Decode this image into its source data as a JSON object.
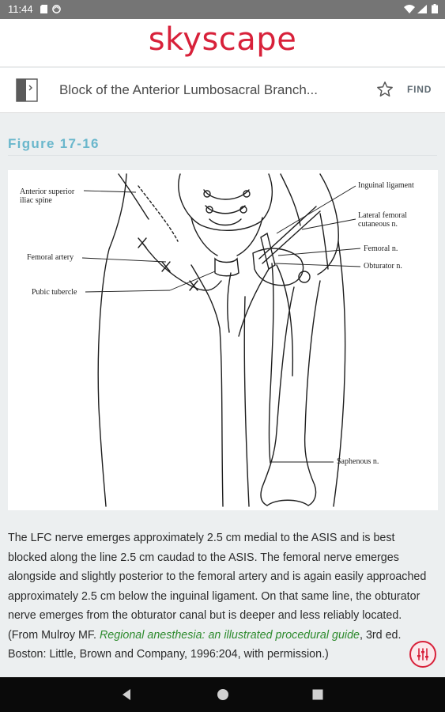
{
  "status_bar": {
    "time": "11:44",
    "left_icons": [
      "sd-card-icon",
      "sync-icon"
    ],
    "right_icons": [
      "wifi-icon",
      "signal-icon",
      "battery-icon"
    ]
  },
  "app": {
    "brand": "skyscape",
    "brand_color": "#d8213a"
  },
  "title_bar": {
    "book_icon": "book-icon",
    "title": "Block of the Anterior Lumbosacral Branch...",
    "favorite_icon": "star-outline-icon",
    "find_label": "FIND"
  },
  "content": {
    "figure_label": "Figure 17-16",
    "figure_labels": {
      "asis_line1": "Anterior superior",
      "asis_line2": "iliac spine",
      "femoral_artery": "Femoral artery",
      "pubic_tubercle": "Pubic tubercle",
      "inguinal_ligament": "Inguinal ligament",
      "lat_fem_line1": "Lateral femoral",
      "lat_fem_line2": "cutaneous n.",
      "femoral_n": "Femoral n.",
      "obturator_n": "Obturator n.",
      "saphenous_n": "Saphenous n."
    },
    "caption": {
      "text_1": "The LFC nerve emerges approximately 2.5 cm medial to the ASIS and is best blocked along the line 2.5 cm caudad to the ASIS. The femoral nerve emerges alongside and slightly posterior to the femoral artery and is again easily approached approximately 2.5 cm below the inguinal ligament. On that same line, the obturator nerve emerges from the obturator canal but is deeper and less reliably located. (From Mulroy MF. ",
      "italic_ref": "Regional anesthesia: an illustrated procedural guide",
      "text_2": ", 3rd ed. Boston: Little, Brown and Company, 1996:204, with permission.)"
    },
    "fab_icon": "tune-sliders-icon"
  },
  "nav_bar": {
    "back_icon": "back-triangle-icon",
    "home_icon": "home-circle-icon",
    "recents_icon": "recents-square-icon"
  }
}
